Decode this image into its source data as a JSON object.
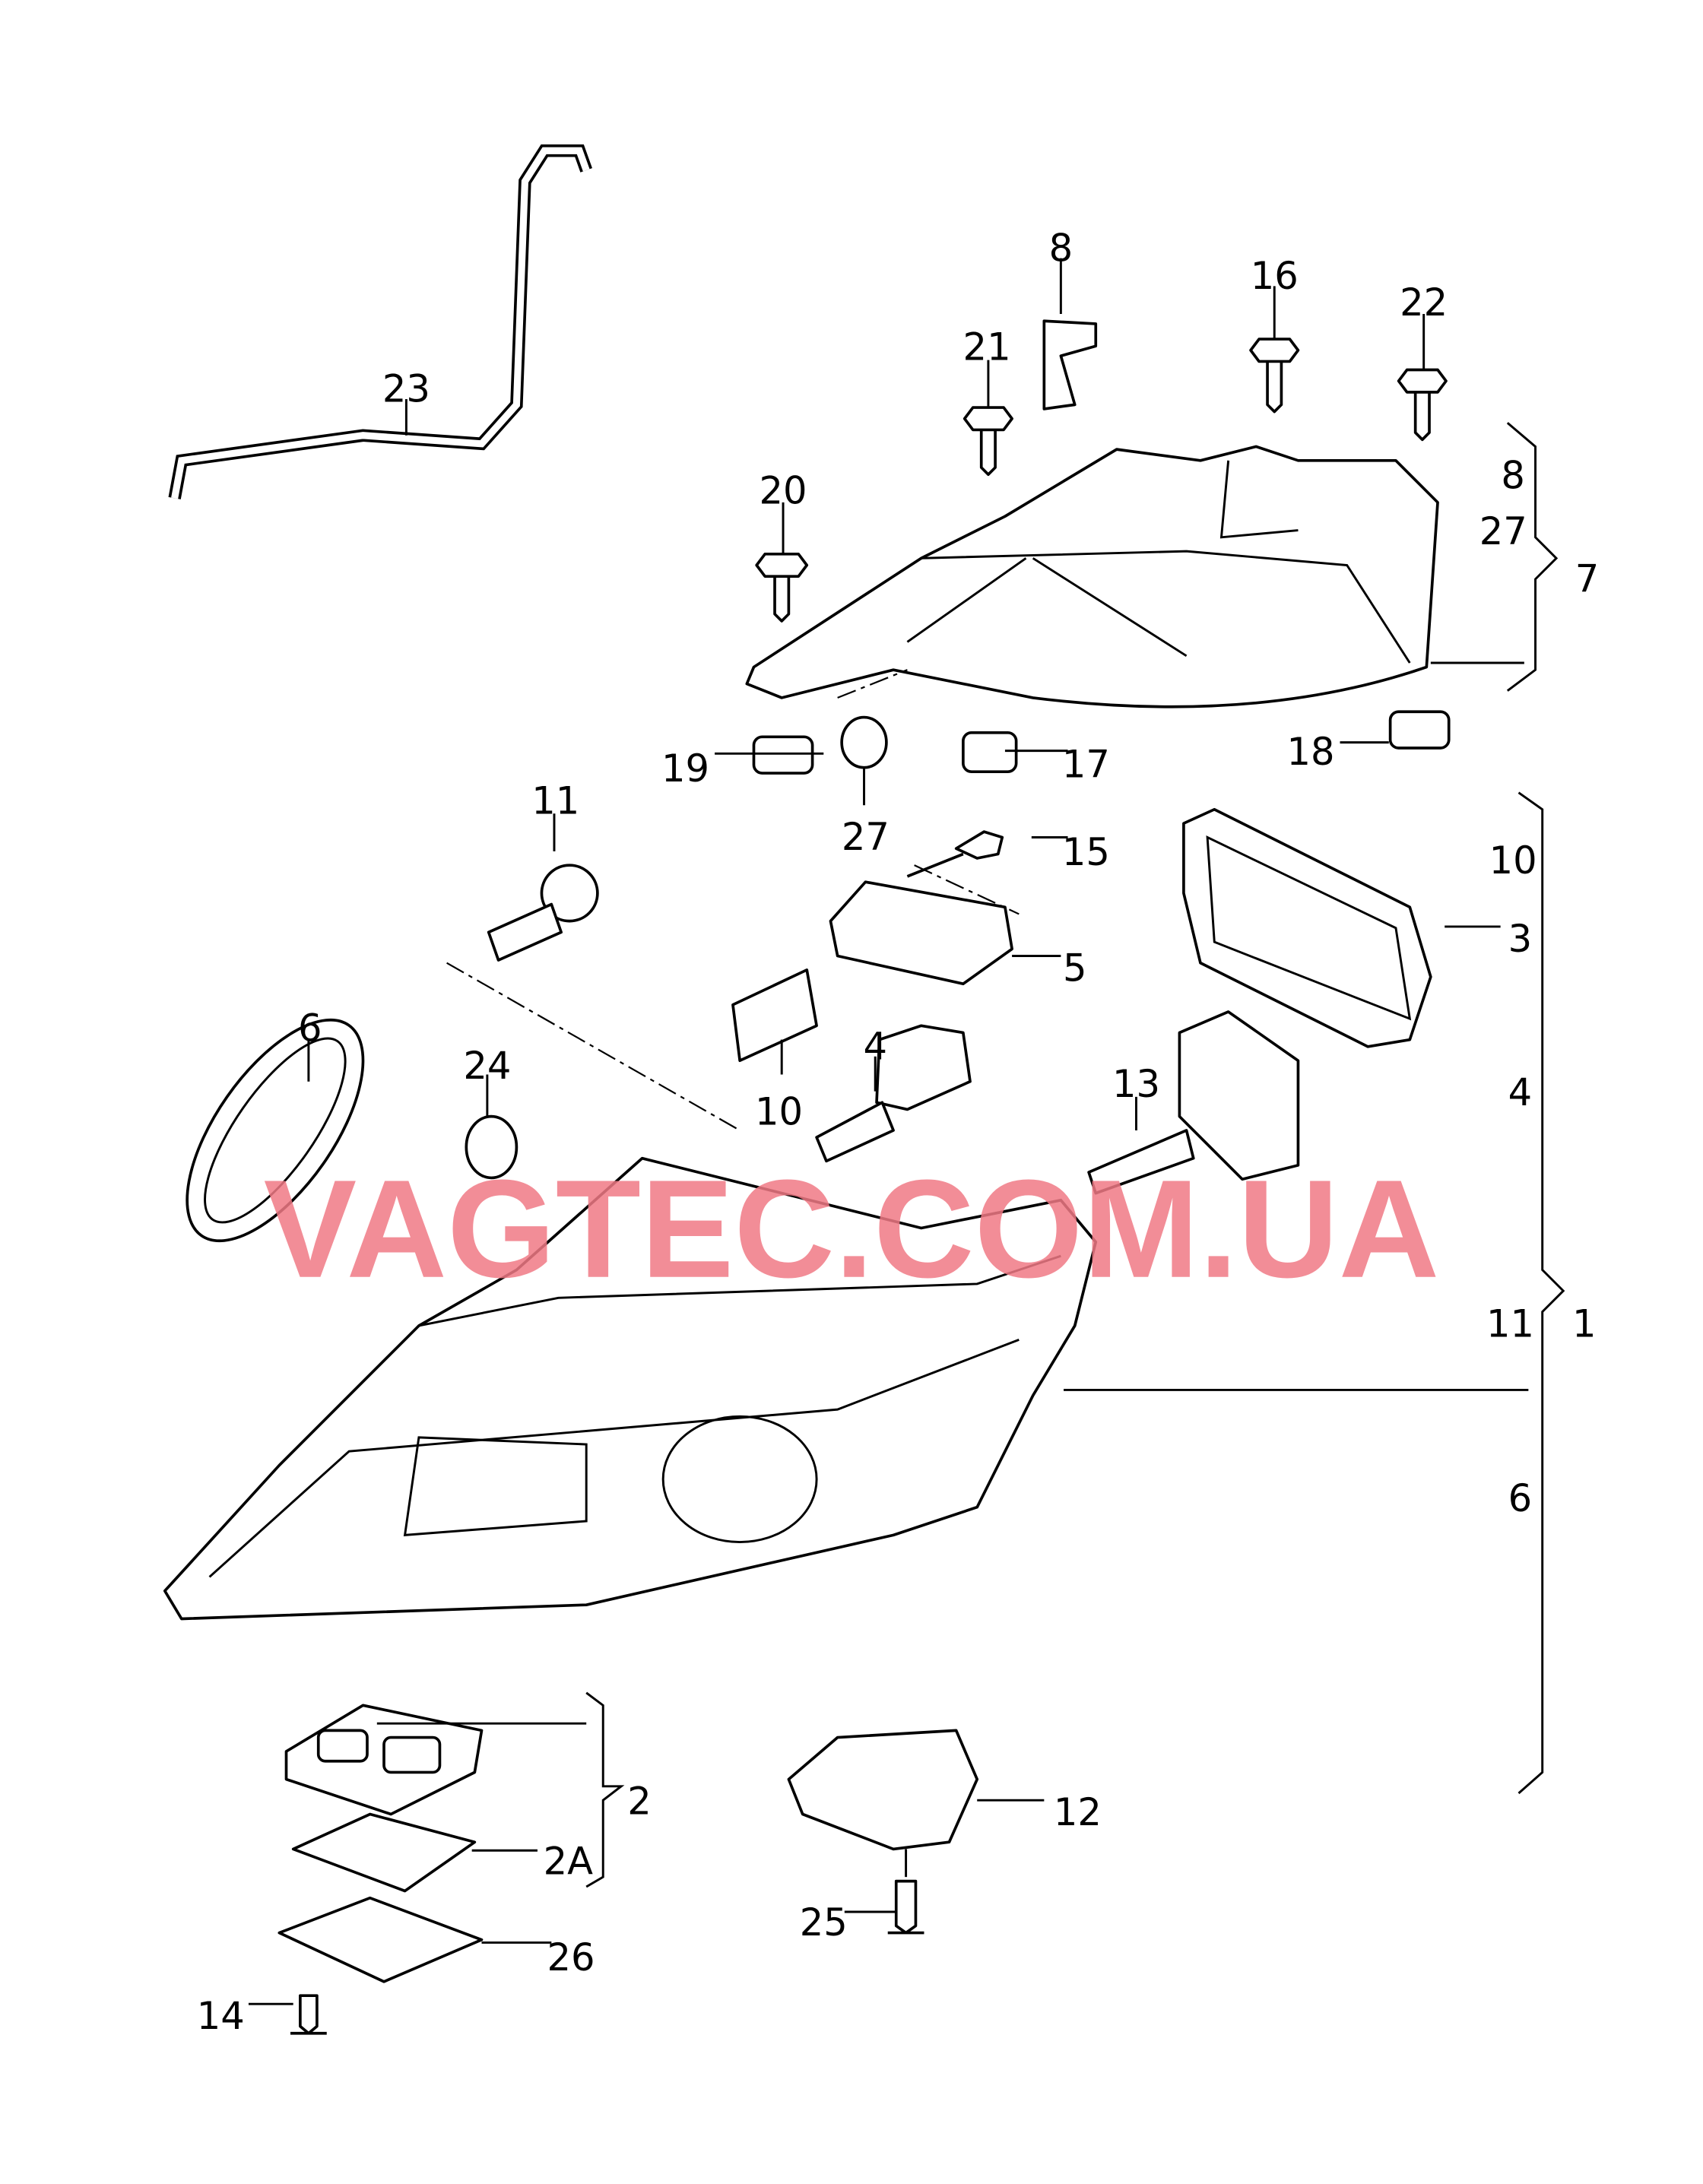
{
  "watermark": "VAGTEC.COM.UA",
  "colors": {
    "watermark": "#f07a85",
    "lines": "#000000"
  },
  "callouts": [
    "23",
    "8",
    "21",
    "16",
    "22",
    "20",
    "8",
    "27",
    "7",
    "19",
    "27",
    "17",
    "18",
    "11",
    "15",
    "10",
    "3",
    "5",
    "4",
    "6",
    "24",
    "10",
    "13",
    "4",
    "11",
    "1",
    "6",
    "2",
    "2A",
    "12",
    "26",
    "25",
    "14"
  ]
}
